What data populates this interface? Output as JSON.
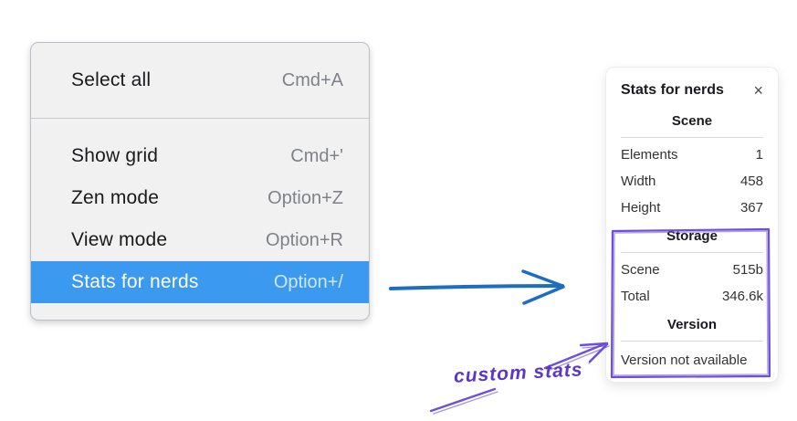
{
  "context_menu": {
    "groups": [
      {
        "items": [
          {
            "label": "Select all",
            "shortcut": "Cmd+A",
            "highlighted": false
          }
        ]
      },
      {
        "items": [
          {
            "label": "Show grid",
            "shortcut": "Cmd+'",
            "highlighted": false
          },
          {
            "label": "Zen mode",
            "shortcut": "Option+Z",
            "highlighted": false
          },
          {
            "label": "View mode",
            "shortcut": "Option+R",
            "highlighted": false
          },
          {
            "label": "Stats for nerds",
            "shortcut": "Option+/",
            "highlighted": true
          }
        ]
      }
    ],
    "highlight_color": "#3b9af0"
  },
  "stats_panel": {
    "title": "Stats for nerds",
    "close_icon": "×",
    "sections": [
      {
        "header": "Scene",
        "rows": [
          {
            "label": "Elements",
            "value": "1"
          },
          {
            "label": "Width",
            "value": "458"
          },
          {
            "label": "Height",
            "value": "367"
          }
        ]
      },
      {
        "header": "Storage",
        "rows": [
          {
            "label": "Scene",
            "value": "515b"
          },
          {
            "label": "Total",
            "value": "346.6k"
          }
        ]
      },
      {
        "header": "Version",
        "note": "Version not available"
      }
    ]
  },
  "annotations": {
    "label": "custom stats",
    "pointer_arrow_color": "#1b6ec2",
    "highlight_color": "#6d4fd8",
    "label_color": "#5b36c9"
  }
}
